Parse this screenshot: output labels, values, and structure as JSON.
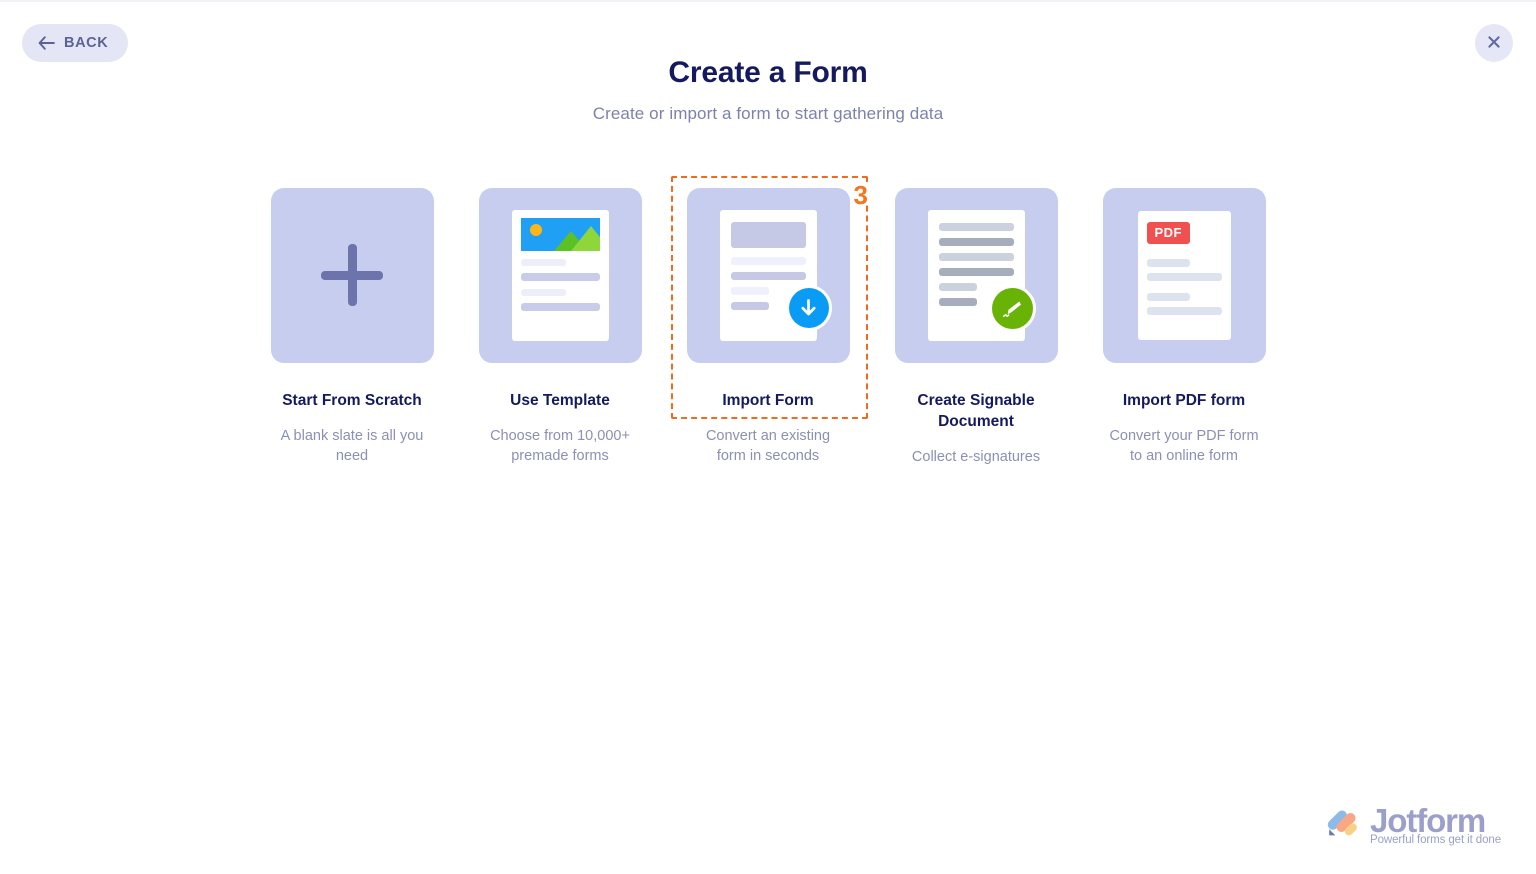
{
  "header": {
    "title": "Create a Form",
    "subtitle": "Create or import a form to start gathering data"
  },
  "nav": {
    "back_label": "BACK",
    "back_icon": "arrow-left-icon",
    "close_icon": "close-icon"
  },
  "highlight": {
    "badge": "3",
    "target": "Import Form",
    "color": "#f26a1b"
  },
  "cards": [
    {
      "id": "start-from-scratch",
      "title": "Start From Scratch",
      "desc": "A blank slate is all you need",
      "icon": "plus-icon"
    },
    {
      "id": "use-template",
      "title": "Use Template",
      "desc": "Choose from 10,000+ premade forms",
      "icon": "template-document-icon"
    },
    {
      "id": "import-form",
      "title": "Import Form",
      "desc": "Convert an existing form in seconds",
      "icon": "download-document-icon"
    },
    {
      "id": "create-signable-document",
      "title": "Create Signable Document",
      "desc": "Collect e-signatures",
      "icon": "signature-document-icon"
    },
    {
      "id": "import-pdf-form",
      "title": "Import PDF form",
      "desc": "Convert your PDF form to an online form",
      "icon": "pdf-document-icon"
    }
  ],
  "pdf_badge_label": "PDF",
  "logo": {
    "name": "Jotform",
    "tagline": "Powerful forms get it done"
  },
  "colors": {
    "title": "#15195e",
    "subtitle": "#7c82ab",
    "tile": "#c7cdef",
    "accent_orange": "#f26a1b",
    "download_blue": "#0a9cf5",
    "sign_green": "#69b307",
    "pdf_red": "#f05050"
  }
}
